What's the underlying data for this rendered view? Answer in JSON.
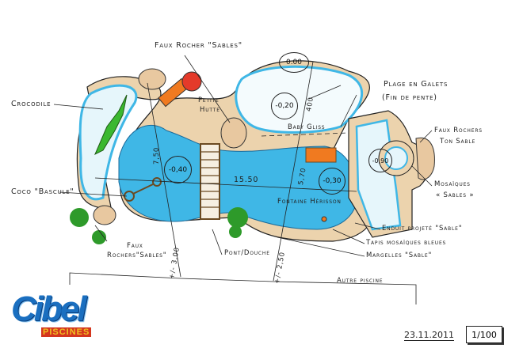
{
  "labels": {
    "faux_rocher_top": "Faux Rocher \"Sables\"",
    "crocodile": "Crocodile",
    "petite_hutte_1": "Petite",
    "petite_hutte_2": "Hutte",
    "plage_1": "Plage en Galets",
    "plage_2": "(Fin de pente)",
    "baby_gliss": "Baby Gliss",
    "faux_rochers_right_1": "Faux Rochers",
    "faux_rochers_right_2": "Ton Sable",
    "mosaiques_1": "Mosaïques",
    "mosaiques_2": "« Sables »",
    "coco_bascule": "Coco \"Bascule\"",
    "fontaine": "Fontaine Hérisson",
    "enduit": "Enduit projeté \"Sable\"",
    "tapis": "Tapis mosaïques bleues",
    "margelles": "Margelles \"Sable\"",
    "faux_rochers_bottom_1": "Faux",
    "faux_rochers_bottom_2": "Rochers\"Sables\"",
    "pont_douche": "Pont/Douche",
    "autre_piscine": "Autre piscine"
  },
  "depths": {
    "d000": "0.00",
    "d020": "-0,20",
    "d040": "-0,40",
    "d030": "-0,30",
    "d090": "-0,90"
  },
  "dimensions": {
    "length": "15.50",
    "width_left": "7,50",
    "width_mid": "5,70",
    "width_top": "400",
    "offset_left": "+/- 3,00",
    "offset_right": "+/- 2,50"
  },
  "footer": {
    "date": "23.11.2011",
    "scale": "1/100"
  },
  "logo": {
    "name": "Cibel",
    "sub": "PISCINES"
  },
  "colors": {
    "water": "#3fb7e6",
    "sand": "#ecd3ad",
    "green": "#3bb830",
    "orange": "#f07a20"
  }
}
